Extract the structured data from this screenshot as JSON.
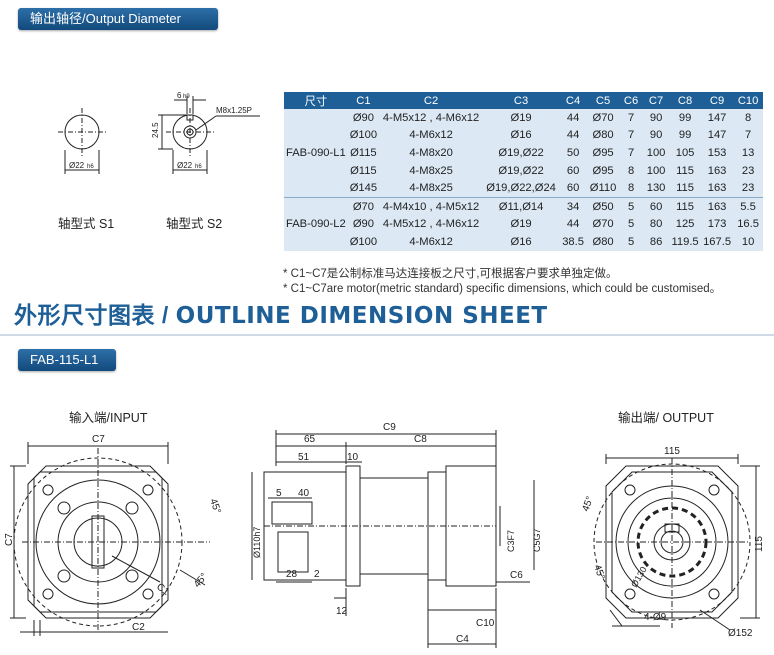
{
  "header_tag": "输出轴径/Output Diameter",
  "shaft": {
    "s1_label": "轴型式 S1",
    "s2_label": "轴型式 S2",
    "dia": "Ø22",
    "tol": "h6",
    "key_w": "6",
    "key_w_tol": "h9",
    "key_h": "24.5",
    "thread": "M8x1.25P"
  },
  "table": {
    "headers": [
      "尺寸",
      "C1",
      "C2",
      "C3",
      "C4",
      "C5",
      "C6",
      "C7",
      "C8",
      "C9",
      "C10"
    ],
    "groups": [
      {
        "model": "FAB-090-L1",
        "rows": [
          [
            "Ø90",
            "4-M5x12 , 4-M6x12",
            "Ø19",
            "44",
            "Ø70",
            "7",
            "90",
            "99",
            "147",
            "8"
          ],
          [
            "Ø100",
            "4-M6x12",
            "Ø16",
            "44",
            "Ø80",
            "7",
            "90",
            "99",
            "147",
            "7"
          ],
          [
            "Ø115",
            "4-M8x20",
            "Ø19,Ø22",
            "50",
            "Ø95",
            "7",
            "100",
            "105",
            "153",
            "13"
          ],
          [
            "Ø115",
            "4-M8x25",
            "Ø19,Ø22",
            "60",
            "Ø95",
            "8",
            "100",
            "115",
            "163",
            "23"
          ],
          [
            "Ø145",
            "4-M8x25",
            "Ø19,Ø22,Ø24",
            "60",
            "Ø110",
            "8",
            "130",
            "115",
            "163",
            "23"
          ]
        ]
      },
      {
        "model": "FAB-090-L2",
        "rows": [
          [
            "Ø70",
            "4-M4x10 , 4-M5x12",
            "Ø11,Ø14",
            "34",
            "Ø50",
            "5",
            "60",
            "115",
            "163",
            "5.5"
          ],
          [
            "Ø90",
            "4-M5x12 , 4-M6x12",
            "Ø19",
            "44",
            "Ø70",
            "5",
            "80",
            "125",
            "173",
            "16.5"
          ],
          [
            "Ø100",
            "4-M6x12",
            "Ø16",
            "38.5",
            "Ø80",
            "5",
            "86",
            "119.5",
            "167.5",
            "10"
          ]
        ]
      }
    ]
  },
  "notes": [
    "* C1~C7是公制标准马达连接板之尺寸,可根据客户要求单独定做。",
    "* C1~C7are motor(metric standard)  specific dimensions, which could be customised。"
  ],
  "section_title_cn": "外形尺寸图表 / ",
  "section_title_en": "OUTLINE DIMENSION SHEET",
  "model_tag": "FAB-115-L1",
  "views": {
    "input_label": "输入端/INPUT",
    "output_label": "输出端/ OUTPUT",
    "dims": {
      "C7": "C7",
      "C1": "C1",
      "C2": "C2",
      "angle": "45°",
      "C9": "C9",
      "C8": "C8",
      "d65": "65",
      "d51": "51",
      "d10": "10",
      "d5": "5",
      "d40": "40",
      "d110": "Ø110h7",
      "d28": "28",
      "d2": "2",
      "d12": "12",
      "C3": "C3F7",
      "C5": "C5G7",
      "C6": "C6",
      "C10": "C10",
      "C4": "C4",
      "d115": "115",
      "d130": "Ø130",
      "hole": "4-Ø9",
      "d152": "Ø152"
    }
  }
}
